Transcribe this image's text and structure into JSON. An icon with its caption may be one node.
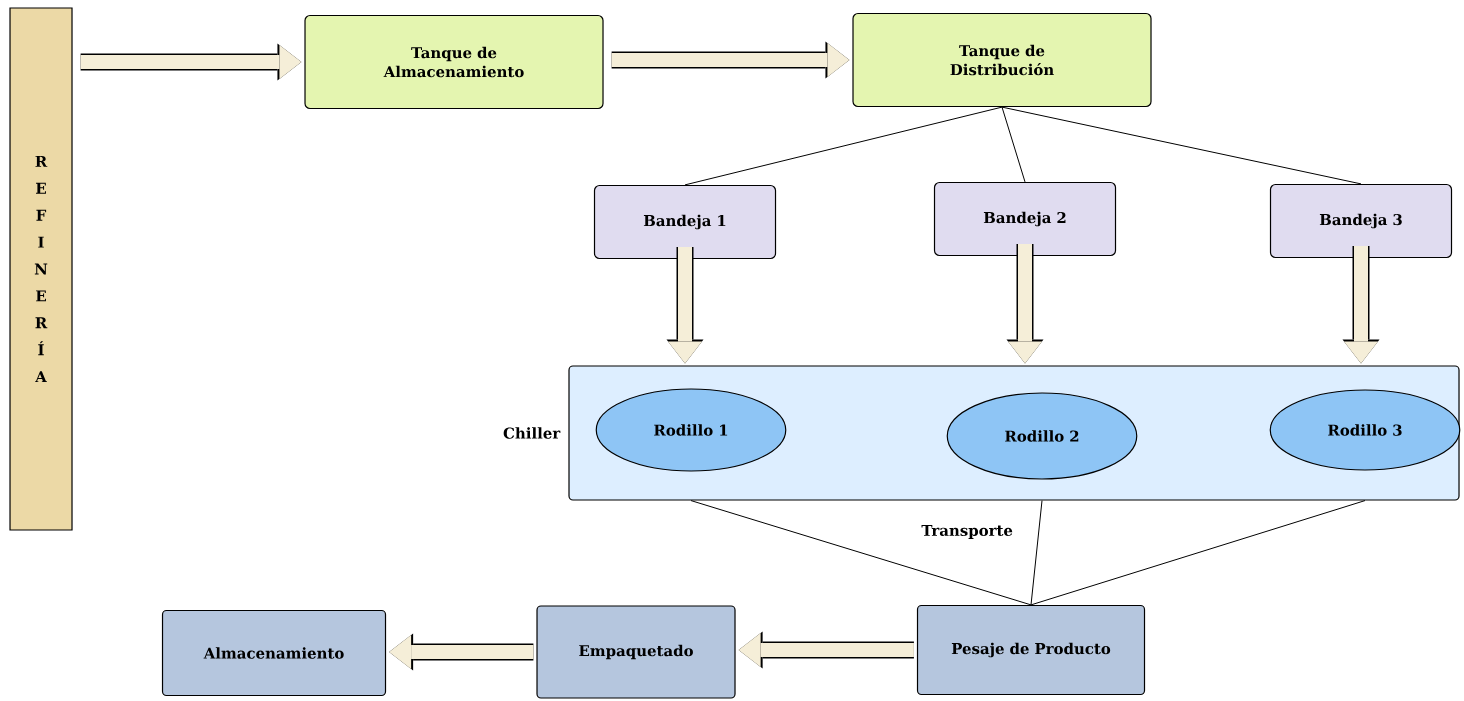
{
  "diagram": {
    "nodes": [
      {
        "text": [
          "R E F I N E R Í A"
        ]
      },
      {
        "text": [
          "Tanque de Almacenamiento"
        ]
      },
      {
        "text": [
          "Tanque de Distribución"
        ]
      },
      {
        "text": [
          "Bandeja 1"
        ]
      },
      {
        "text": [
          "Bandeja 2"
        ]
      },
      {
        "text": [
          "Bandeja 3"
        ]
      },
      {
        "text": [
          "Chiller"
        ]
      },
      {
        "text": [
          "Rodillo 1"
        ],
        "in": 6
      },
      {
        "text": [
          "Rodillo 2"
        ],
        "in": 6
      },
      {
        "text": [
          "Rodillo 3"
        ],
        "in": 6
      },
      {
        "text": [
          "Pesaje de Producto"
        ]
      },
      {
        "text": [
          "Empaquetado"
        ]
      },
      {
        "text": [
          "Almacenamiento"
        ]
      }
    ],
    "edges": [
      {
        "from": 0,
        "to": 1,
        "arrow": "to"
      },
      {
        "from": 1,
        "to": 2,
        "arrow": "to"
      },
      {
        "from": 2,
        "to": 3,
        "arrow": "none",
        "color": "#000000"
      },
      {
        "from": 2,
        "to": 4,
        "arrow": "none",
        "color": "#000000"
      },
      {
        "from": 2,
        "to": 5,
        "arrow": "none",
        "color": "#000000"
      },
      {
        "from": 3,
        "to": 6,
        "arrow": "to"
      },
      {
        "from": 4,
        "to": 6,
        "arrow": "to"
      },
      {
        "from": 5,
        "to": 6,
        "arrow": "to"
      },
      {
        "from": 6,
        "to": 10,
        "arrow": "none",
        "color": "#000000"
      },
      {
        "from": 6,
        "to": 10,
        "arrow": "none",
        "label": "Transporte",
        "color": "#000000"
      },
      {
        "from": 6,
        "to": 10,
        "arrow": "none",
        "color": "#000000"
      },
      {
        "from": 10,
        "to": 11,
        "arrow": "to"
      },
      {
        "from": 11,
        "to": 12,
        "arrow": "to"
      }
    ]
  }
}
